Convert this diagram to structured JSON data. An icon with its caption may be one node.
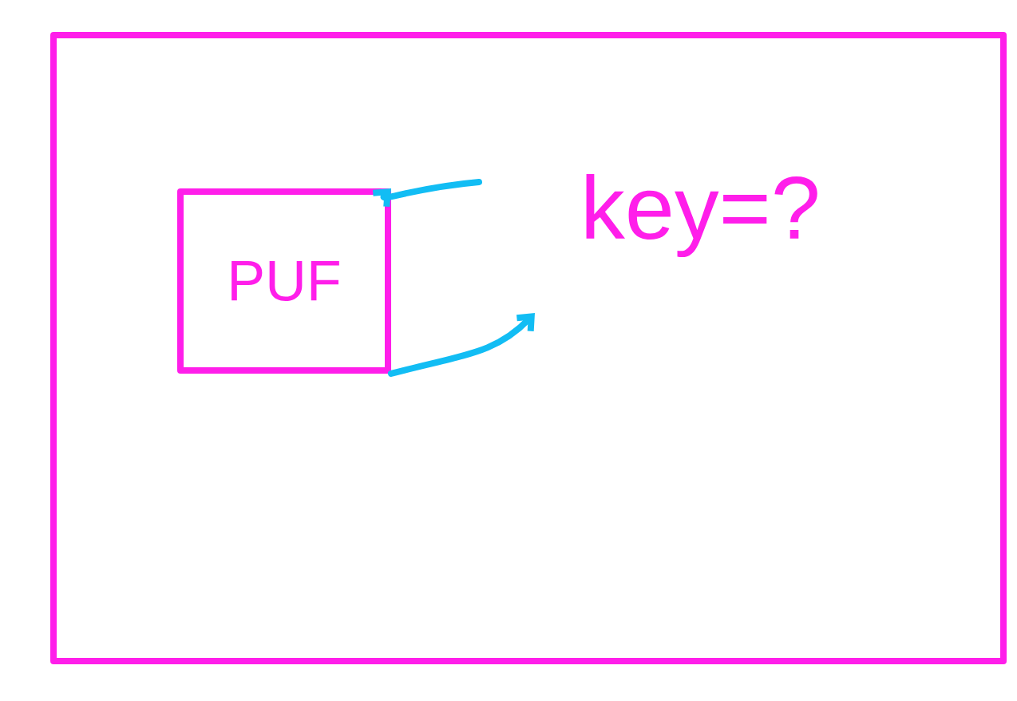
{
  "diagram": {
    "nodes": [
      {
        "text": [],
        "shape": "box"
      },
      {
        "text": [
          "PUF"
        ],
        "in": 0
      }
    ],
    "edges": [
      {
        "from": null,
        "to": 1,
        "arrow": "to"
      },
      {
        "from": 1,
        "to": null,
        "arrow": "to"
      }
    ],
    "labels": [
      "key=?"
    ]
  }
}
